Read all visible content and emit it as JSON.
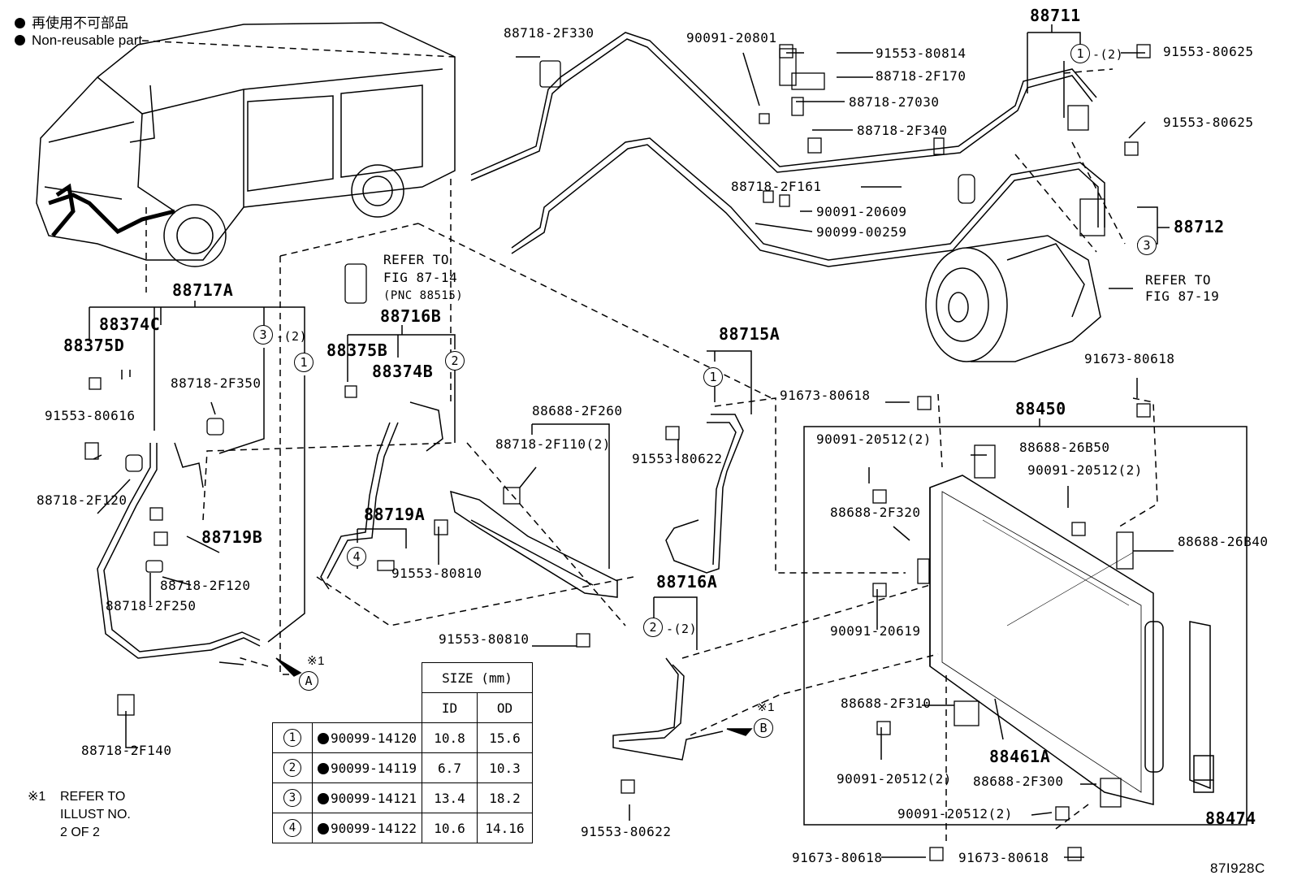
{
  "legend": {
    "jp_text": "再使用不可部品",
    "en_text": "Non-reusable part"
  },
  "labels": {
    "p88718_2F330": "88718-2F330",
    "p90091_20801": "90091-20801",
    "p91553_80814": "91553-80814",
    "p88711": "88711",
    "p91553_80625a": "91553-80625",
    "p88718_2F170": "88718-2F170",
    "p88718_27030": "88718-27030",
    "p91553_80625b": "91553-80625",
    "p88718_2F340": "88718-2F340",
    "p88718_2F161": "88718-2F161",
    "p90091_20609": "90091-20609",
    "p90099_00259": "90099-00259",
    "p88712": "88712",
    "refer_fig_87_19_a": "REFER TO",
    "refer_fig_87_19_b": "FIG 87-19",
    "refer_fig_87_14_a": "REFER TO",
    "refer_fig_87_14_b": "FIG 87-14",
    "refer_fig_87_14_c": "(PNC 88515)",
    "p88717A": "88717A",
    "p88374C": "88374C",
    "p88375D": "88375D",
    "p88716B": "88716B",
    "p88375B": "88375B",
    "p88374B": "88374B",
    "p88715A": "88715A",
    "p91673_80618a": "91673-80618",
    "p91673_80618b": "91673-80618",
    "p88718_2F350": "88718-2F350",
    "p91553_80616": "91553-80616",
    "p88688_2F260": "88688-2F260",
    "p88718_2F110": "88718-2F110(2)",
    "p91553_80622a": "91553-80622",
    "p88450": "88450",
    "p90091_20512a": "90091-20512(2)",
    "p88688_26B50": "88688-26B50",
    "p90091_20512b": "90091-20512(2)",
    "p88718_2F120a": "88718-2F120",
    "p88719B": "88719B",
    "p88719A": "88719A",
    "p91553_80810a": "91553-80810",
    "p88688_2F320": "88688-2F320",
    "p88688_26B40": "88688-26B40",
    "p88718_2F120b": "88718-2F120",
    "p88718_2F250": "88718-2F250",
    "p88716A": "88716A",
    "p90091_20619": "90091-20619",
    "p91553_80810b": "91553-80810",
    "p88688_2F310": "88688-2F310",
    "p88461A": "88461A",
    "p88718_2F140": "88718-2F140",
    "p90091_20512c": "90091-20512(2)",
    "p88688_2F300": "88688-2F300",
    "p90091_20512d": "90091-20512(2)",
    "p88474": "88474",
    "p91553_80622b": "91553-80622",
    "p91673_80618c": "91673-80618",
    "p91673_80618d": "91673-80618",
    "fig_code": "87I928C"
  },
  "circles": {
    "c1_top": "1",
    "c1_top_qty": "-(2)",
    "c3_88712": "3",
    "c3_88717A": "3",
    "c3_88717A_qty": "-(2)",
    "c1_88717A": "1",
    "c2_88716B": "2",
    "c1_88715A": "1",
    "c4_88719A": "4",
    "c2_88716A": "2",
    "c2_88716A_qty": "-(2)",
    "conn_A": "A",
    "conn_B": "B",
    "star_A": "※1",
    "star_B": "※1"
  },
  "size_table": {
    "header": "SIZE (mm)",
    "col_id": "ID",
    "col_od": "OD",
    "rows": [
      {
        "no": "1",
        "part": "90099-14120",
        "id": "10.8",
        "od": "15.6"
      },
      {
        "no": "2",
        "part": "90099-14119",
        "id": "6.7",
        "od": "10.3"
      },
      {
        "no": "3",
        "part": "90099-14121",
        "id": "13.4",
        "od": "18.2"
      },
      {
        "no": "4",
        "part": "90099-14122",
        "id": "10.6",
        "od": "14.16"
      }
    ]
  },
  "note": {
    "mark": "※1",
    "line1": "REFER TO",
    "line2": "ILLUST NO.",
    "line3": "2 OF 2"
  }
}
